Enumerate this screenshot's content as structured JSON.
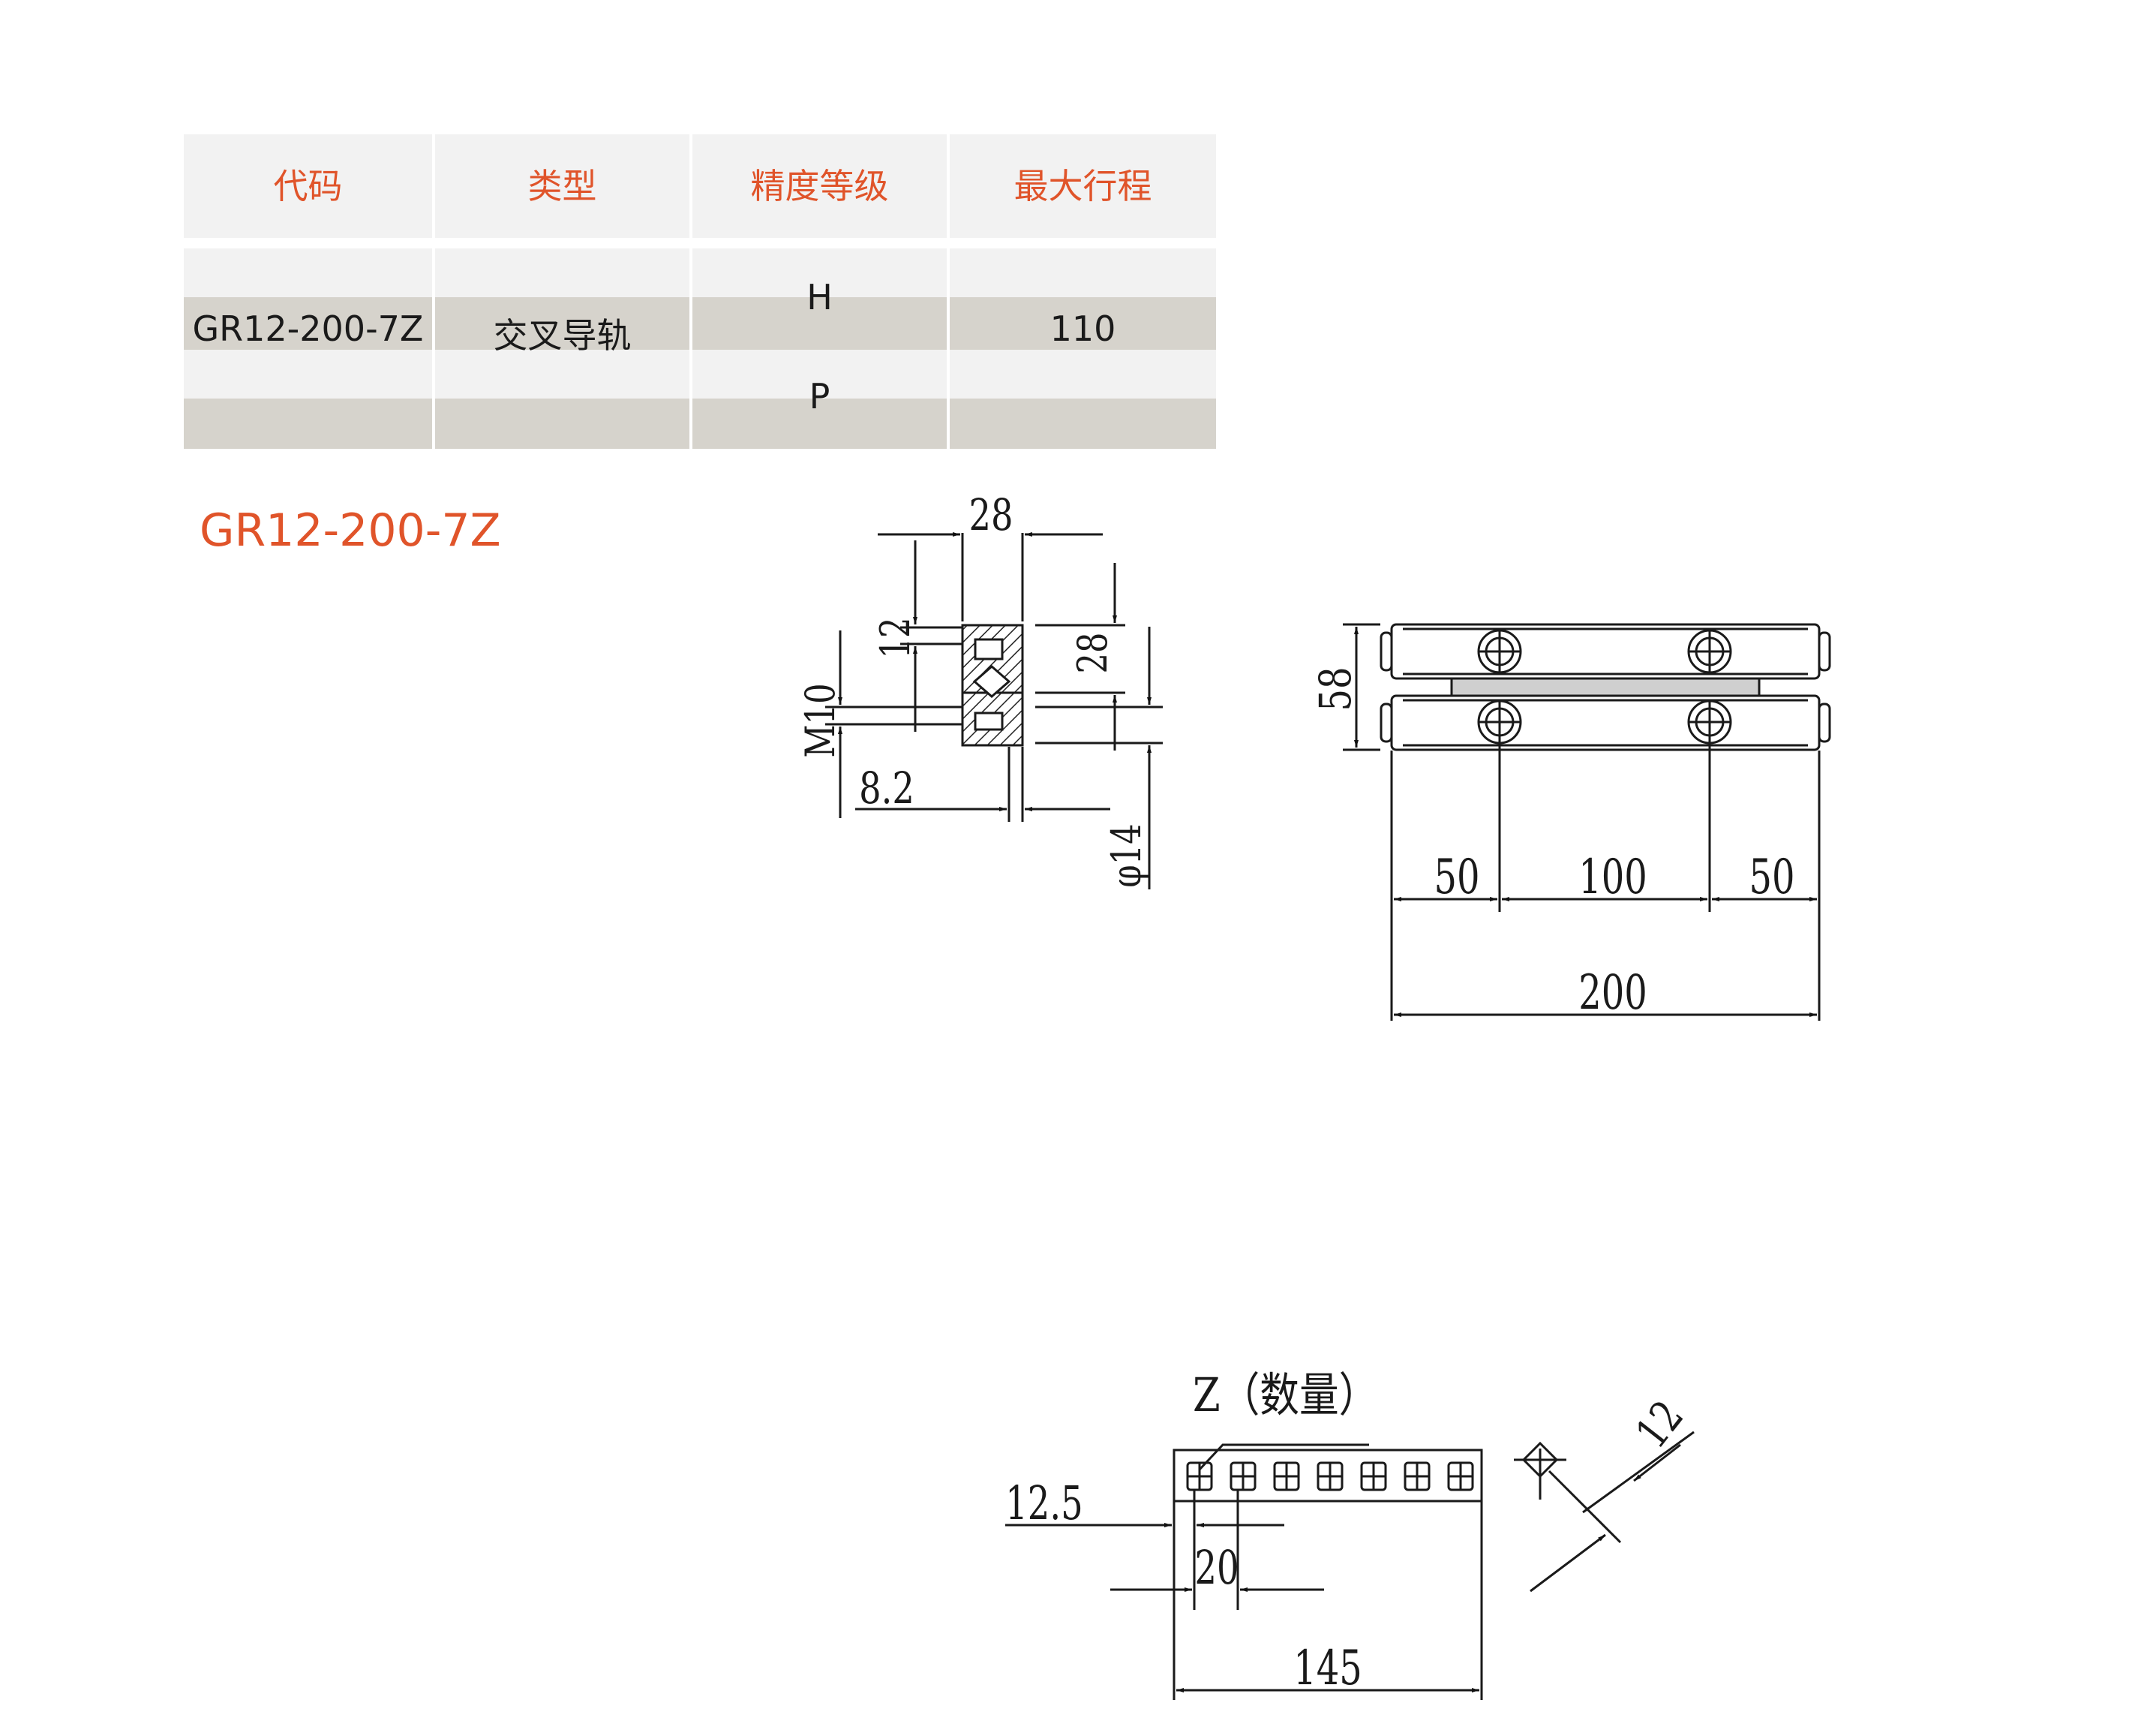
{
  "table": {
    "headers": [
      "代码",
      "类型",
      "精度等级",
      "最大行程"
    ],
    "row": {
      "code": "GR12-200-7Z",
      "type": "交叉导轨",
      "precision": [
        "H",
        "P"
      ],
      "max_stroke": "110"
    }
  },
  "model_title": "GR12-200-7Z",
  "drawing": {
    "section": {
      "width": "28",
      "top_offset": "12",
      "height": "28",
      "thread": "M10",
      "offset": "8.2",
      "diameter": "φ14"
    },
    "top_view": {
      "height": "58",
      "spacing_left": "50",
      "spacing_mid": "100",
      "spacing_right": "50",
      "length": "200"
    },
    "roller_cage": {
      "label": "Z（数量）",
      "first_offset": "12.5",
      "pitch": "20",
      "length": "145",
      "roller_size": "12"
    }
  },
  "colors": {
    "accent": "#e0542a",
    "header_bg": "#f2f2f2",
    "band_gray": "#d6d3cc",
    "band_light": "#f2f2f2"
  }
}
